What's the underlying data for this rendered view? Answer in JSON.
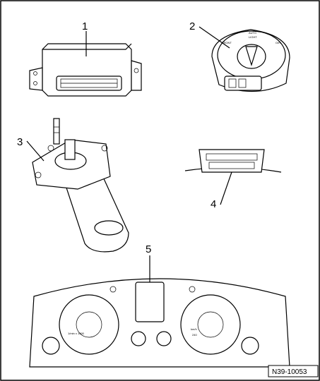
{
  "callouts": {
    "c1": "1",
    "c2": "2",
    "c3": "3",
    "c4": "4",
    "c5": "5"
  },
  "switch_labels": {
    "auto": "AUTO",
    "light": "LIGHT",
    "off": "O/R",
    "fog": "FRONT"
  },
  "cluster_labels": {
    "left_scale": "1/min x 1000",
    "right_speed": "240",
    "right_unit": "km/h"
  },
  "reference": "N39-10053"
}
